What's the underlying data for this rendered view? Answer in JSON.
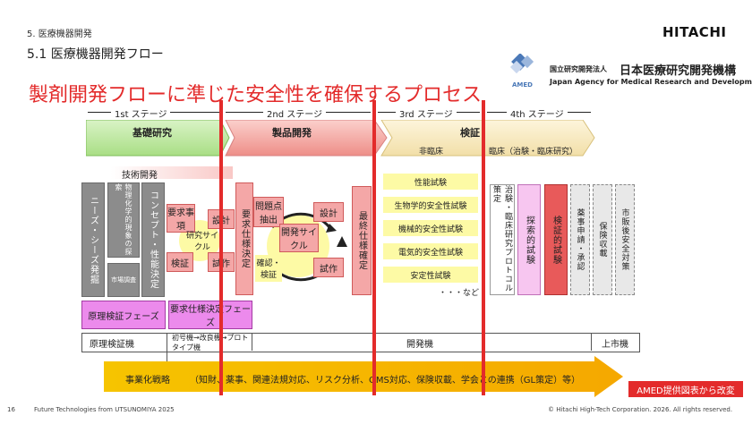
{
  "header": {
    "section": "5. 医療機器開発",
    "subtitle": "5.1 医療機器開発フロー",
    "brand": "HITACHI"
  },
  "amed": {
    "logo_text": "AMED",
    "org_jp": "国立研究開発法人",
    "name_jp": "日本医療研究開発機構",
    "name_en": "Japan Agency for Medical Research and Development"
  },
  "main_title": "製剤開発フローに準じた安全性を確保するプロセス",
  "stages": [
    "1st ステージ",
    "2nd ステージ",
    "3rd ステージ",
    "4th ステージ"
  ],
  "phases": {
    "basic": "基礎研究",
    "product": "製品開発",
    "verify": "検証",
    "nonclinical": "非臨床",
    "clinical": "臨床（治験・臨床研究）"
  },
  "tech_dev": "技術開発",
  "stage1_boxes": [
    "ニーズ・シーズ発掘",
    "物理化学的現象の探索",
    "市場調査",
    "コンセプト・性能決定"
  ],
  "cycle1": {
    "req": "要求事項",
    "design": "設計",
    "verify": "検証",
    "proto": "試作",
    "center": "研究サイクル"
  },
  "req_spec": "要求仕様決定",
  "cycle2": {
    "problem": "問題点抽出",
    "design": "設計",
    "confirm": "確認・検証",
    "proto": "試作",
    "center": "開発サイクル"
  },
  "final_spec": "最終仕様確定",
  "tests": [
    "性能試験",
    "生物学的安全性試験",
    "機械的安全性試験",
    "電気的安全性試験",
    "安定性試験"
  ],
  "tests_more": "・・・など",
  "stage4_boxes": [
    "治験・臨床研究プロトコル策定",
    "探索的試験",
    "検証的試験",
    "薬事申請・承認",
    "保険収載",
    "市販後安全対策"
  ],
  "phase_labels": {
    "poc": "原理検証フェーズ",
    "req": "要求仕様決定フェーズ"
  },
  "machines": {
    "poc": "原理検証機",
    "proto": "初号機→改良機→プロトタイプ機",
    "dev": "開発機",
    "market": "上市機"
  },
  "strategy": {
    "label": "事業化戦略",
    "detail": "（知財、薬事、関連法規対応、リスク分析、QMS対応、保険収載、学会との連携（GL策定）等）"
  },
  "credit": "AMED提供図表から改変",
  "footer": {
    "page": "16",
    "left": "Future Technologies from UTSUNOMIYA 2025",
    "right": "© Hitachi High-Tech Corporation. 2026. All rights reserved."
  },
  "colors": {
    "red": "#e32b2b",
    "green": "#c8ecae",
    "pink": "#f4a7a7",
    "yellow": "#fdfaa5",
    "gray": "#8c8c8c",
    "purple": "#ec8aec",
    "orange": "#f4b000"
  }
}
